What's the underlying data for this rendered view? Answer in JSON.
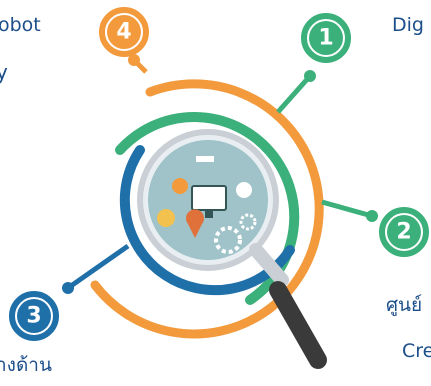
{
  "labels": {
    "robot": "obot",
    "y": "y",
    "digital": "Dig",
    "center": "ศูนย์",
    "creative": "Cre",
    "aspect": "างด้าน"
  },
  "badges": [
    {
      "number": "1",
      "color": "#3bb07a"
    },
    {
      "number": "2",
      "color": "#3bb07a"
    },
    {
      "number": "3",
      "color": "#1f6fa8"
    },
    {
      "number": "4",
      "color": "#f39a3d"
    }
  ],
  "colors": {
    "orange": "#f39a3d",
    "green": "#3bb07a",
    "blue": "#1f6fa8",
    "text": "#1c4f8a",
    "handle": "#3a3a3a"
  }
}
